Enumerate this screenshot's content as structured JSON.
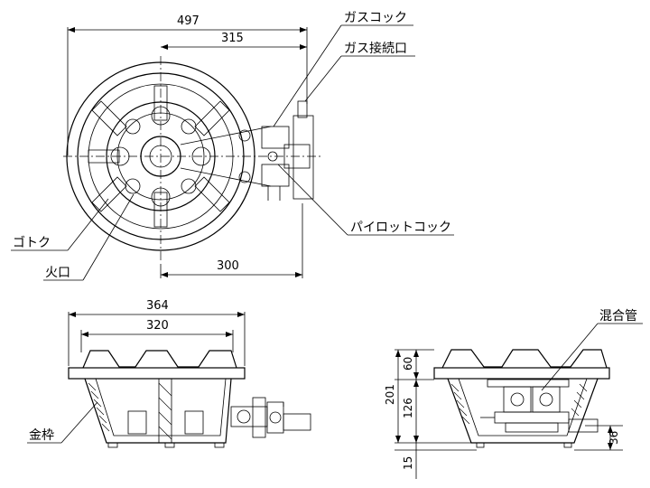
{
  "labels": {
    "gas_cock": "ガスコック",
    "gas_inlet": "ガス接続口",
    "pilot_cock": "パイロットコック",
    "trivet": "ゴトク",
    "burner_port": "火口",
    "mixing_tube": "混合管",
    "frame": "金枠"
  },
  "dimensions": {
    "top_overall_width": "497",
    "top_center_to_cock": "315",
    "top_center_to_inlet": "300",
    "front_overall_width": "364",
    "front_inner_width": "320",
    "side_total_height": "201",
    "side_top_part": "60",
    "side_middle_part": "126",
    "side_bottom_part": "15",
    "side_inlet_height": "36"
  }
}
